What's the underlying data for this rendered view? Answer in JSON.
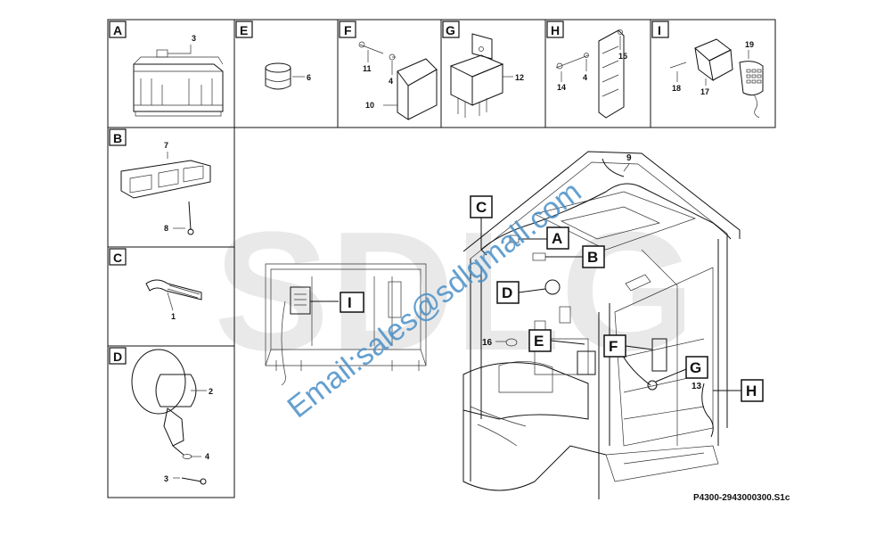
{
  "panels": {
    "A": {
      "letter": "A",
      "callouts": [
        "3"
      ]
    },
    "B": {
      "letter": "B",
      "callouts": [
        "7",
        "8"
      ]
    },
    "C": {
      "letter": "C",
      "callouts": [
        "1"
      ]
    },
    "D": {
      "letter": "D",
      "callouts": [
        "2",
        "4",
        "3"
      ]
    },
    "E": {
      "letter": "E",
      "callouts": [
        "6"
      ]
    },
    "F": {
      "letter": "F",
      "callouts": [
        "11",
        "4",
        "10"
      ]
    },
    "G": {
      "letter": "G",
      "callouts": [
        "12"
      ]
    },
    "H": {
      "letter": "H",
      "callouts": [
        "15",
        "14",
        "4"
      ]
    },
    "I": {
      "letter": "I",
      "callouts": [
        "19",
        "18",
        "17"
      ]
    }
  },
  "main": {
    "callouts": {
      "harness": "9",
      "part16": "16",
      "part13": "13"
    },
    "pointers": [
      "C",
      "A",
      "B",
      "D",
      "E",
      "F",
      "G",
      "H",
      "I"
    ]
  },
  "watermark": {
    "brand": "SDLG",
    "email": "Email:sales@sdlgmall.com"
  },
  "reference": "P4300-2943000300.S1c"
}
